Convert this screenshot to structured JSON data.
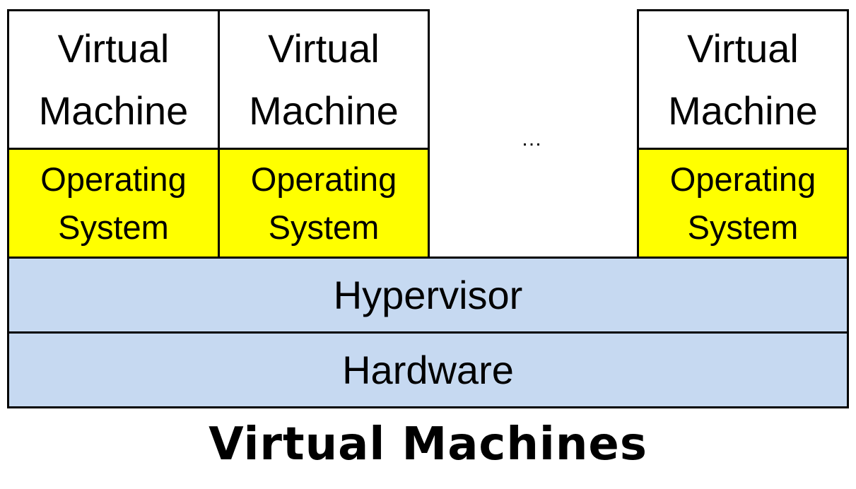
{
  "vm_stacks": [
    {
      "vm_line1": "Virtual",
      "vm_line2": "Machine",
      "os_line1": "Operating",
      "os_line2": "System"
    },
    {
      "vm_line1": "Virtual",
      "vm_line2": "Machine",
      "os_line1": "Operating",
      "os_line2": "System"
    },
    {
      "vm_line1": "Virtual",
      "vm_line2": "Machine",
      "os_line1": "Operating",
      "os_line2": "System"
    }
  ],
  "ellipsis": "…",
  "layers": {
    "hypervisor": "Hypervisor",
    "hardware": "Hardware"
  },
  "caption": "Virtual Machines",
  "colors": {
    "vm": "#ffffff",
    "os": "#ffff00",
    "layer": "#c6d9f1",
    "border": "#000000"
  }
}
